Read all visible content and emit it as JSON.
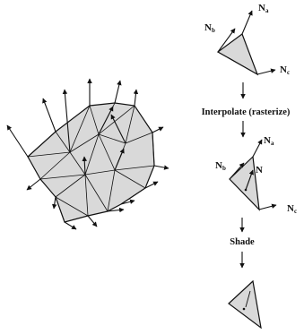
{
  "labels": {
    "n_a": "N",
    "n_a_sub": "a",
    "n_b": "N",
    "n_b_sub": "b",
    "n_c": "N",
    "n_c_sub": "c",
    "n": "N"
  },
  "steps": {
    "interpolate": "Interpolate (rasterize)",
    "shade": "Shade"
  },
  "colors": {
    "fill": "#d9d9d9",
    "stroke": "#111111",
    "background": "#ffffff"
  }
}
